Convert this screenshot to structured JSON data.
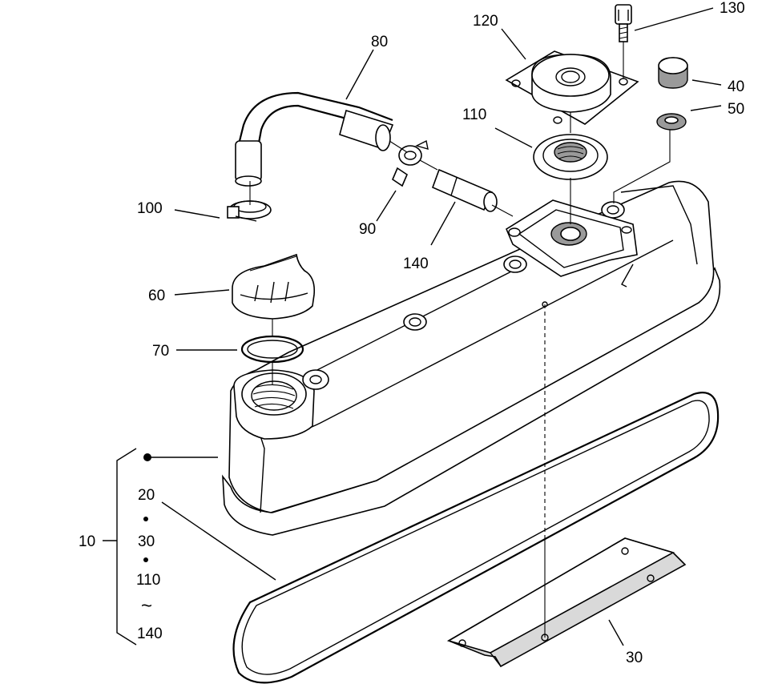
{
  "callouts": {
    "c10": "10",
    "c20": "20",
    "c30_kit": "30",
    "c110_kit": "110",
    "c140_kit": "140",
    "c30": "30",
    "c40": "40",
    "c50": "50",
    "c60": "60",
    "c70": "70",
    "c80": "80",
    "c90": "90",
    "c100": "100",
    "c110": "110",
    "c120": "120",
    "c130": "130",
    "c140": "140"
  },
  "kit_range_symbol": "~"
}
